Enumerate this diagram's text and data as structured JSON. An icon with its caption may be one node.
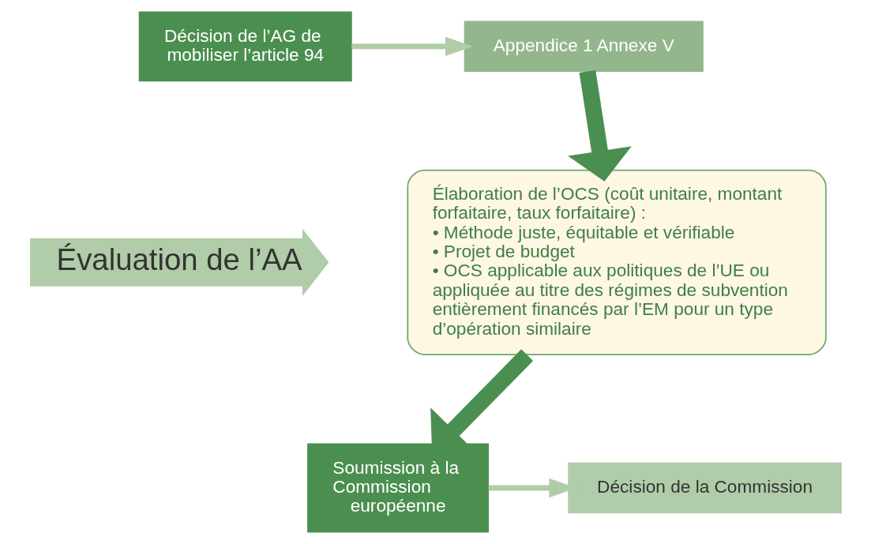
{
  "diagram": {
    "nodes": [
      {
        "text": [
          "Décision de l’AG de mobiliser l’article 94"
        ]
      },
      {
        "text": [
          "Appendice 1 Annexe V"
        ]
      },
      {
        "text": [
          "Élaboration de l’OCS (coût unitaire, montant forfaitaire, taux forfaitaire) :",
          "• Méthode juste, équitable et vérifiable",
          "• Projet de budget",
          "• OCS applicable aux politiques de l’UE ou appliquée au titre des régimes de subvention entièrement financés par l’EM pour un type d’opération similaire"
        ]
      },
      {
        "text": [
          "Évaluation de l’AA"
        ]
      },
      {
        "text": [
          "Soumission à la Commission européenne"
        ]
      },
      {
        "text": [
          "Décision de la Commission"
        ]
      }
    ],
    "edges": [
      {
        "from": 0,
        "to": 1,
        "arrow": "to"
      },
      {
        "from": 1,
        "to": 2,
        "arrow": "to",
        "style": "thick",
        "color": "#4b8f50"
      },
      {
        "from": 2,
        "to": 4,
        "arrow": "to",
        "style": "thick",
        "color": "#4b8f50"
      },
      {
        "from": 4,
        "to": 5,
        "arrow": "to"
      }
    ]
  }
}
